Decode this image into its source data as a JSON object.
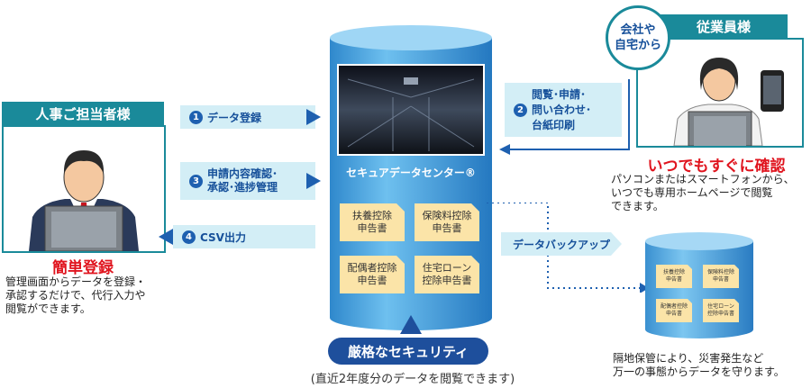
{
  "hr": {
    "title": "人事ご担当者様",
    "headline": "簡単登録",
    "desc": [
      "管理画面からデータを登録・",
      "承認するだけで、代行入力や",
      "閲覧ができます。"
    ]
  },
  "steps": [
    {
      "num": "1",
      "label": "データ登録"
    },
    {
      "num": "2",
      "lines": [
        "閲覧･申請･",
        "問い合わせ･",
        "台紙印刷"
      ]
    },
    {
      "num": "3",
      "lines": [
        "申請内容確認･",
        "承認･進捗管理"
      ]
    },
    {
      "num": "4",
      "label": "CSV出力"
    }
  ],
  "center": {
    "name": "セキュアデータセンター®",
    "docs": [
      "扶養控除|申告書",
      "保険料控除|申告書",
      "配偶者控除|申告書",
      "住宅ローン|控除申告書"
    ]
  },
  "security": {
    "label": "厳格なセキュリティ",
    "note": "(直近2年度分のデータを閲覧できます)"
  },
  "employee": {
    "title": "従業員様",
    "badge": [
      "会社や",
      "自宅から"
    ],
    "headline": "いつでもすぐに確認",
    "desc": [
      "パソコンまたはスマートフォンから、",
      "いつでも専用ホームページで閲覧",
      "できます。"
    ]
  },
  "backup": {
    "label": "データバックアップ",
    "docs": [
      "扶養控除|申告書",
      "保険料控除|申告書",
      "配偶者控除|申告書",
      "住宅ローン|控除申告書"
    ],
    "desc": [
      "隔地保管により、災害発生など",
      "万一の事態からデータを守ります。"
    ]
  },
  "colors": {
    "teal": "#1a8a9a",
    "navy": "#1e4f9c",
    "red": "#e0141e",
    "cylinder": "#3a9ad8",
    "doc": "#fbe4a8"
  }
}
